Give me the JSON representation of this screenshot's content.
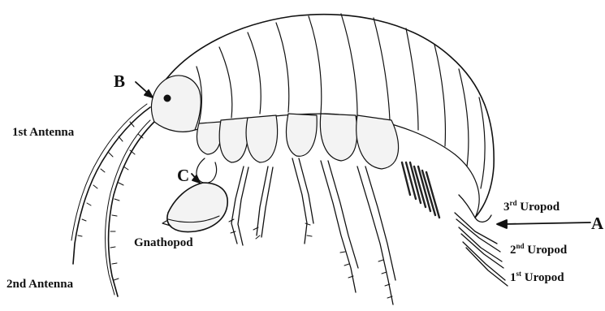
{
  "figure": {
    "labels": {
      "b": "B",
      "a": "A",
      "c": "C",
      "antenna1": "1st Antenna",
      "antenna2": "2nd Antenna",
      "gnathopod": "Gnathopod",
      "uropod3_num": "3",
      "uropod3_sup": "rd",
      "uropod3_word": "Uropod",
      "uropod2_num": "2",
      "uropod2_sup": "nd",
      "uropod2_word": "Uropod",
      "uropod1_num": "1",
      "uropod1_sup": "st",
      "uropod1_word": "Uropod"
    },
    "colors": {
      "ink": "#111111",
      "body_fill": "#f3f3f3",
      "background": "#ffffff"
    }
  }
}
